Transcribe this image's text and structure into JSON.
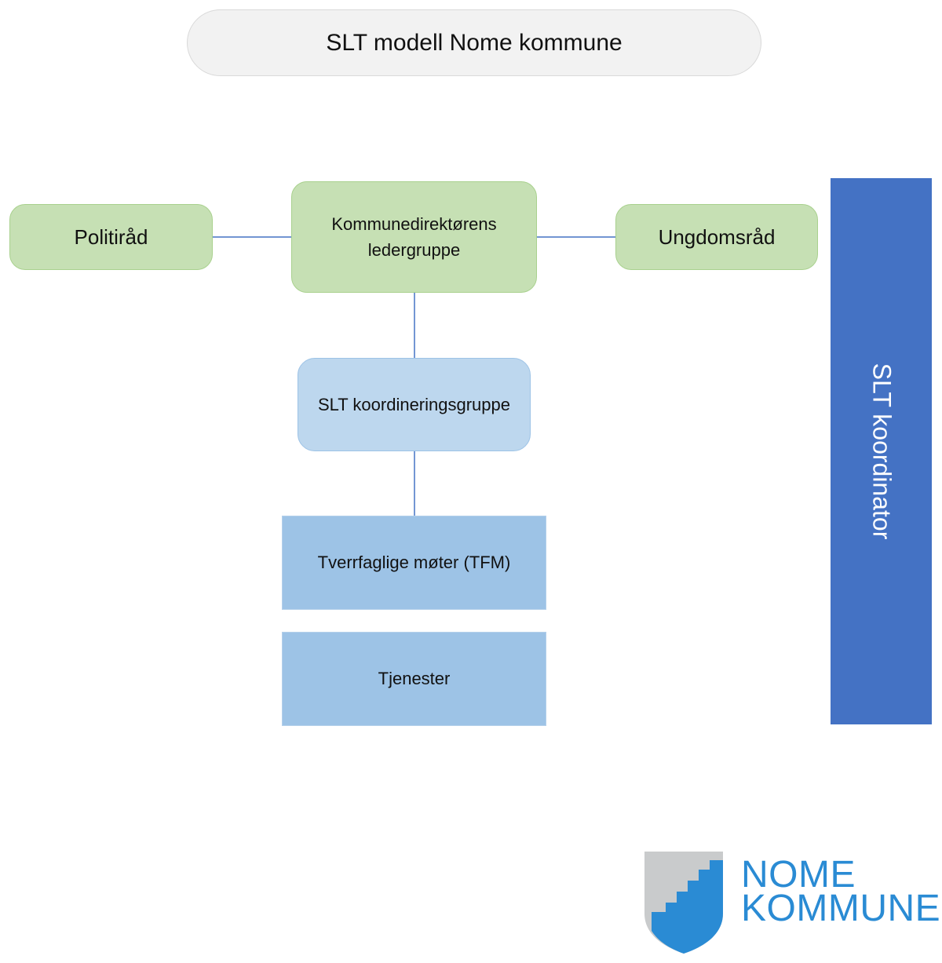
{
  "title": "SLT modell Nome kommune",
  "nodes": {
    "politirad": "Politiråd",
    "ledergruppe": "Kommunedirektørens ledergruppe",
    "ungdomsrad": "Ungdomsråd",
    "koordineringsgruppe": "SLT koordineringsgruppe",
    "tfm": "Tverrfaglige møter (TFM)",
    "tjenester": "Tjenester",
    "koordinator": "SLT koordinator"
  },
  "logo": {
    "line1": "NOME",
    "line2": "KOMMUNE"
  },
  "colors": {
    "green_fill": "#c6e0b4",
    "light_blue_fill": "#bdd7ee",
    "mid_blue_fill": "#9dc3e6",
    "bar_blue": "#4472c4",
    "connector": "#4472c4",
    "logo_blue": "#2a8bd4"
  }
}
